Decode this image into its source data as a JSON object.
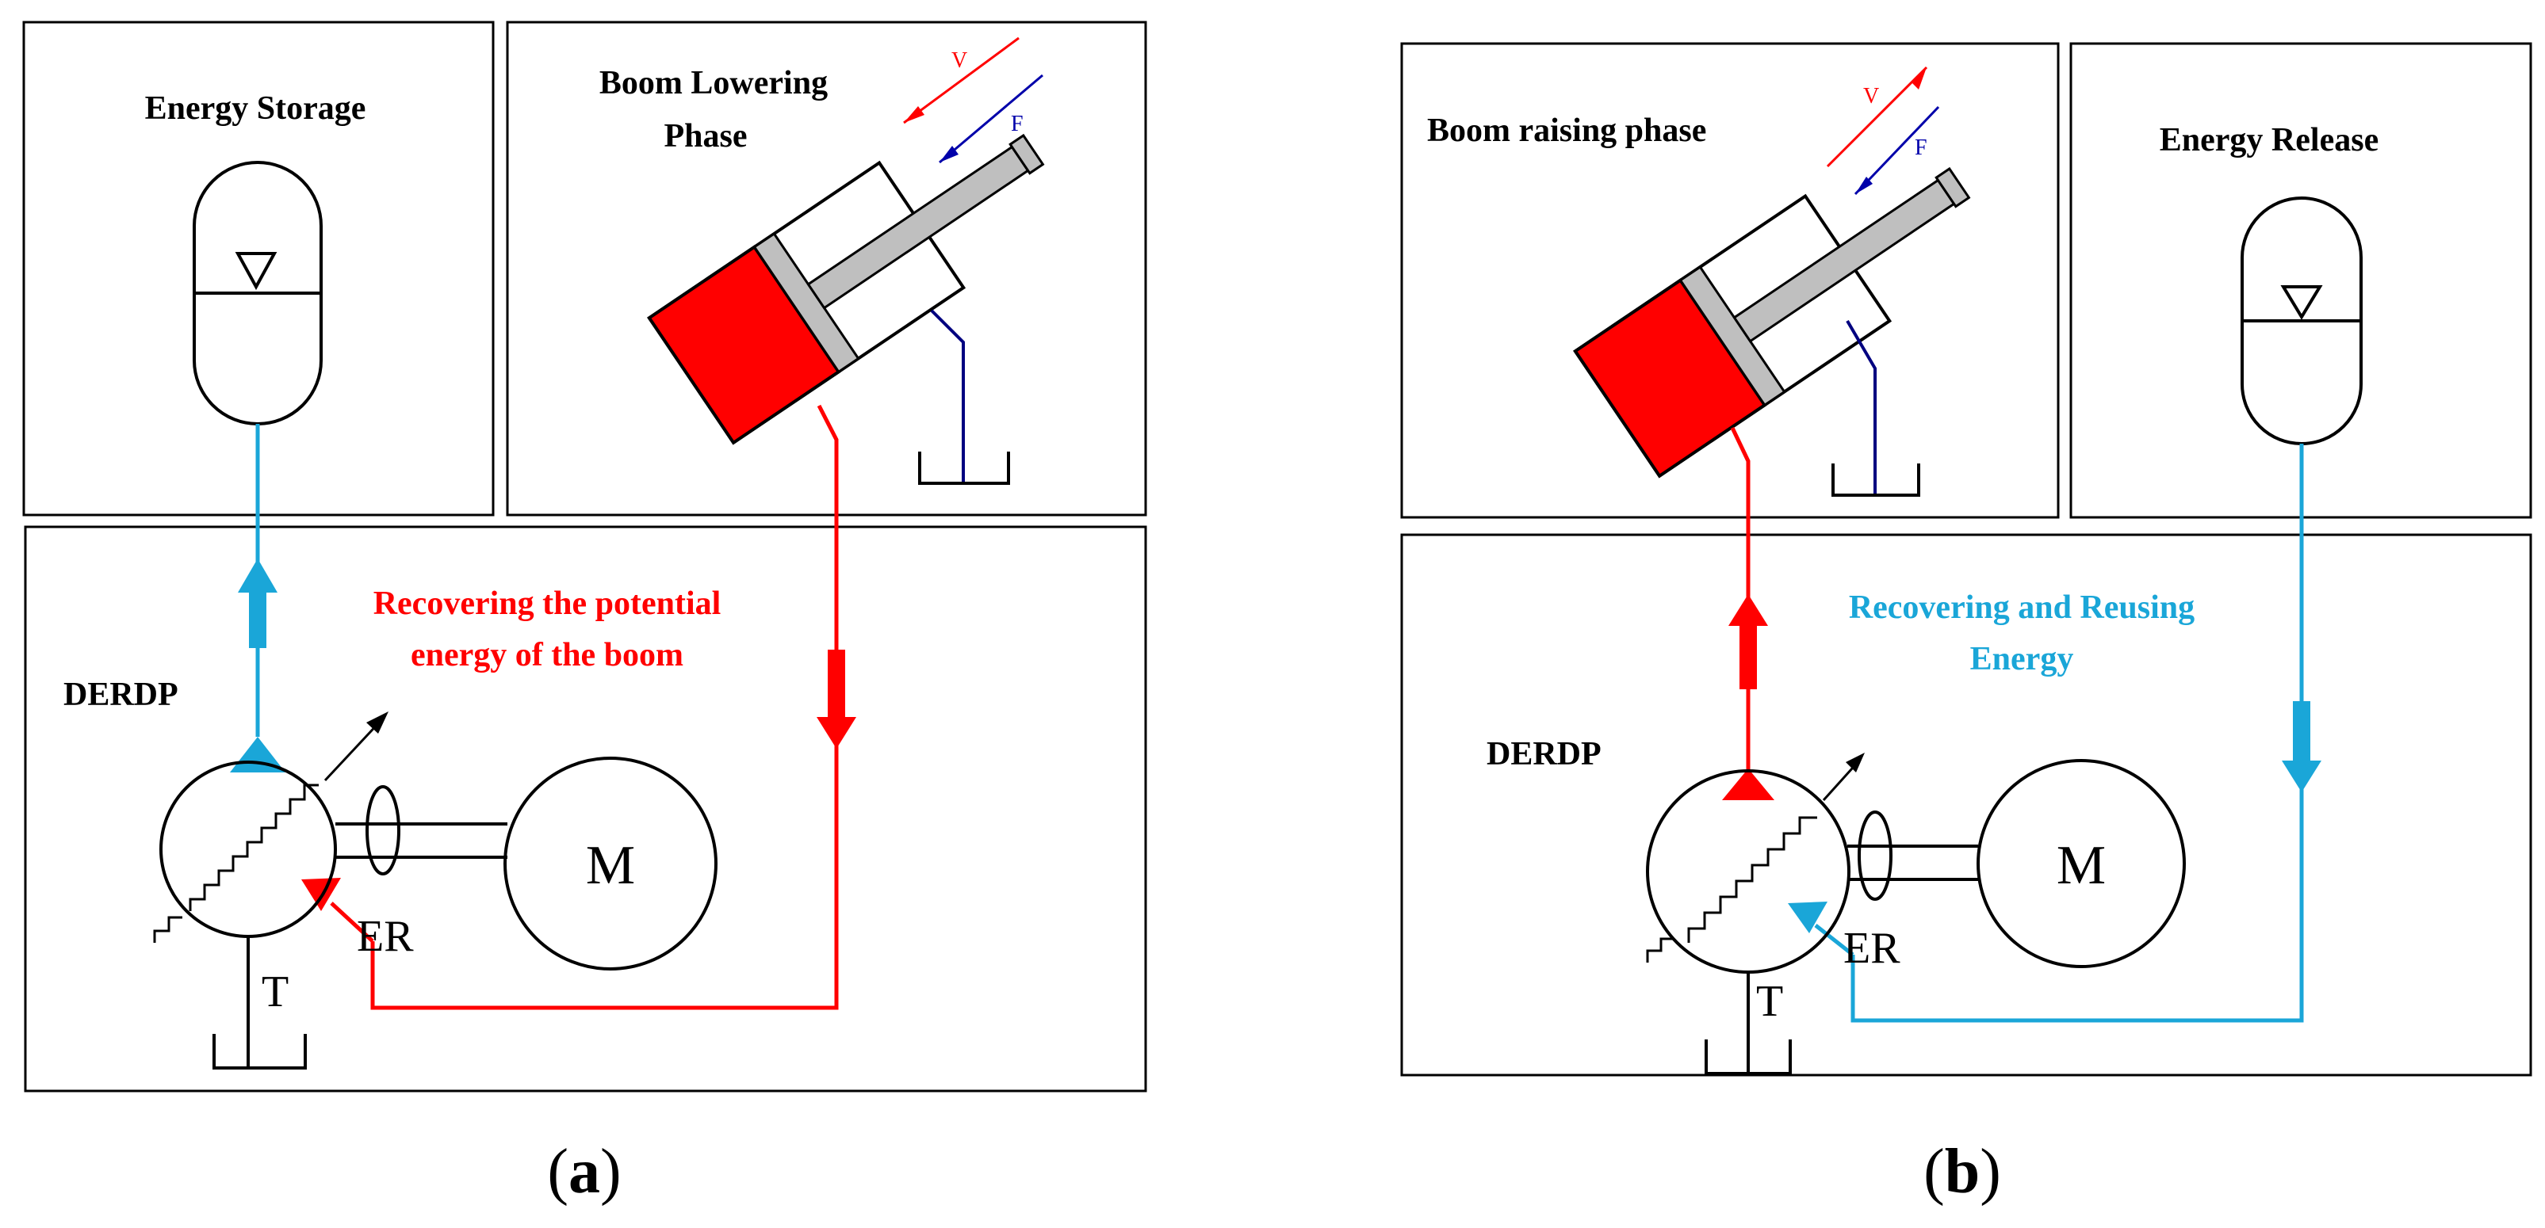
{
  "panel_a": {
    "energy_box_title": "Energy Storage",
    "phase_title_line1": "Boom Lowering",
    "phase_title_line2": "Phase",
    "flow_text_line1": "Recovering the potential",
    "flow_text_line2": "energy of the boom",
    "pump_label": "DERDP",
    "motor_label": "M",
    "port_er": "ER",
    "port_t": "T",
    "v_label": "V",
    "f_label": "F",
    "caption_open": "(",
    "caption_letter": "a",
    "caption_close": ")"
  },
  "panel_b": {
    "phase_title": "Boom raising phase",
    "energy_box_title": "Energy Release",
    "flow_text_line1": "Recovering and Reusing",
    "flow_text_line2": "Energy",
    "pump_label": "DERDP",
    "motor_label": "M",
    "port_er": "ER",
    "port_t": "T",
    "v_label": "V",
    "f_label": "F",
    "caption_open": "(",
    "caption_letter": "b",
    "caption_close": ")"
  },
  "colors": {
    "red_line": "#ff0000",
    "cyan_line": "#1aa6d8",
    "navy_line": "#000080",
    "rod_gray": "#bfbfbf"
  },
  "icons": [
    "accumulator-icon",
    "hydraulic-cylinder-icon",
    "pump-icon",
    "motor-icon",
    "tank-icon",
    "flow-arrow-icon"
  ]
}
